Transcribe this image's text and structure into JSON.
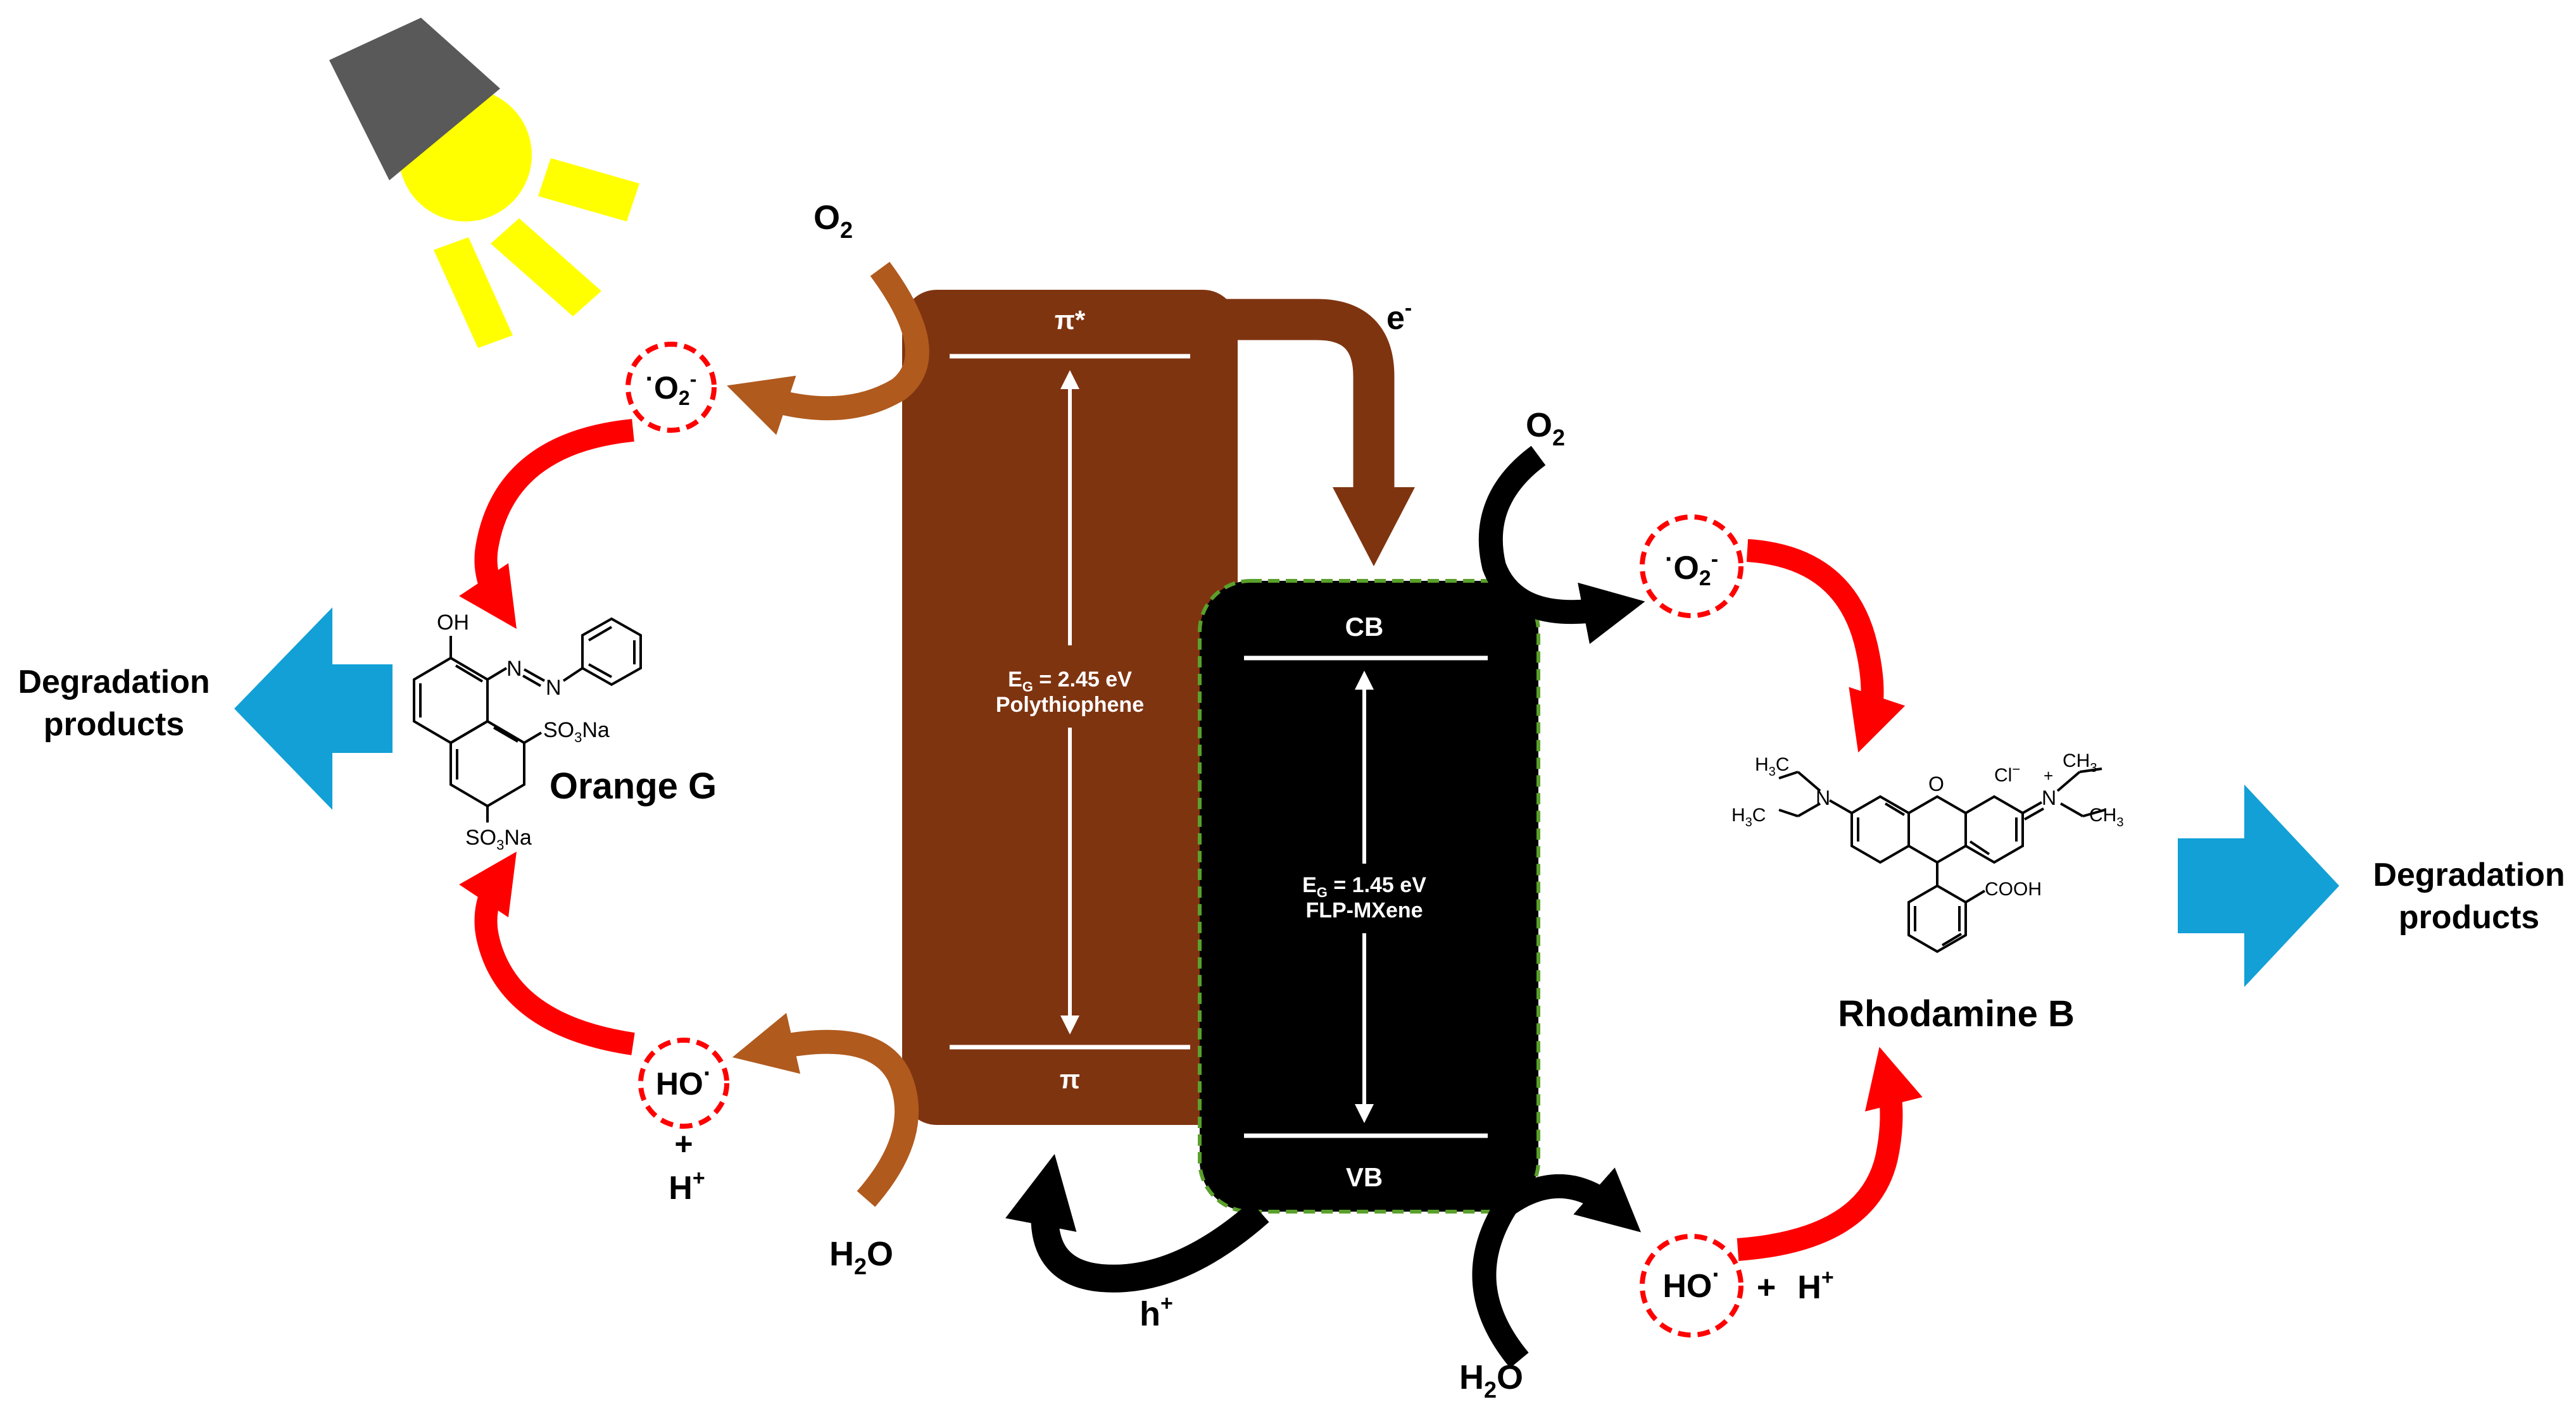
{
  "left_product": {
    "line1": "Degradation",
    "line2": "products"
  },
  "right_product": {
    "line1": "Degradation",
    "line2": "products"
  },
  "polythiophene": {
    "top_level": "π*",
    "bottom_level": "π",
    "gap_label": "E",
    "gap_sub": "G",
    "gap_value": " = 2.45 eV",
    "name": "Polythiophene"
  },
  "mxene": {
    "top_level": "CB",
    "bottom_level": "VB",
    "gap_label": "E",
    "gap_sub": "G",
    "gap_value": " = 1.45 eV",
    "name": "FLP-MXene"
  },
  "species": {
    "o2": "O",
    "o2_sub": "2",
    "superoxide_dot": "·",
    "superoxide": "O",
    "superoxide_sub": "2",
    "superoxide_sup": "-",
    "hydroxyl": "HO",
    "hydroxyl_dot": "·",
    "proton": "H",
    "proton_sup": "+",
    "plus": "+",
    "water_h": "H",
    "water_sub": "2",
    "water_o": "O",
    "electron": "e",
    "electron_sup": "-",
    "hole": "h",
    "hole_sup": "+"
  },
  "orange_g": {
    "name": "Orange G",
    "oh": "OH",
    "azo_n1": "N",
    "azo_n2": "N",
    "so3na_1_a": "SO",
    "so3na_1_b": "3",
    "so3na_1_c": "Na",
    "so3na_2_a": "SO",
    "so3na_2_b": "3",
    "so3na_2_c": "Na"
  },
  "rhodamine_b": {
    "name": "Rhodamine B",
    "chloride": "Cl",
    "chloride_sup": "−",
    "ch3": "CH",
    "ch3_sub": "3",
    "h3c": "H",
    "h3c_sub": "3",
    "h3c_c": "C",
    "n": "N",
    "o": "O",
    "plus": "+",
    "cooh": "COOH"
  },
  "colors": {
    "polythiophene_fill": "#7f3410",
    "mxene_fill": "#000000",
    "mxene_border": "#5aa02c",
    "brown_arrow": "#b05a1e",
    "dark_brown_arrow": "#7f3410",
    "red_arrow": "#ff0000",
    "blue_arrow": "#12a0d6",
    "sun_yellow": "#ffff00",
    "lamp_gray": "#595959"
  },
  "icons": {
    "light_source": "lamp-with-sun-rays-icon"
  }
}
